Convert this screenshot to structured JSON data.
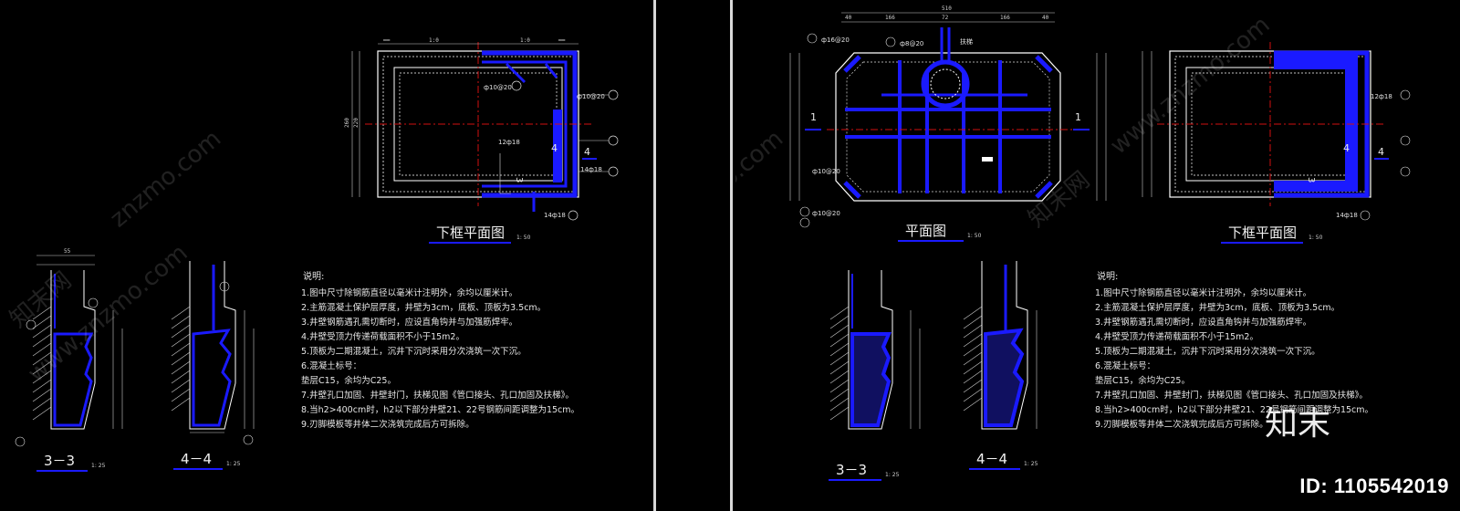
{
  "sheets": [
    {
      "plan_title": "下框平面图",
      "plan_scale": "1: 50",
      "section_3_label": "3－3",
      "section_3_scale": "1: 25",
      "section_4_label": "4－4",
      "section_4_scale": "1: 25",
      "notes_title": "说明:",
      "notes": [
        "1.图中尺寸除钢筋直径以毫米计注明外，余均以厘米计。",
        "2.主筋混凝土保护层厚度，井壁为3cm，底板、顶板为3.5cm。",
        "3.井壁钢筋遇孔需切断时，应设直角钩并与加强筋焊牢。",
        "4.井壁受顶力传递荷载面积不小于15m2。",
        "5.顶板为二期混凝土，沉井下沉时采用分次浇筑一次下沉。",
        "6.混凝土标号：",
        "   垫层C15，余均为C25。",
        "7.井壁孔口加固、井壁封门，扶梯见图《管口接头、孔口加固及扶梯》。",
        "8.当h2>400cm时，h2以下部分井壁21、22号钢筋间距调整为15cm。",
        "9.刃脚模板等井体二次浇筑完成后方可拆除。"
      ],
      "rebar_labels": [
        "ф10@20",
        "ф10@20",
        "12ф18",
        "14ф18",
        "14ф18"
      ],
      "markers": [
        "4",
        "4",
        "3"
      ]
    },
    {
      "plan_title": "平面图",
      "plan_scale": "1: 50",
      "plan2_title": "下框平面图",
      "plan2_scale": "1: 50",
      "section_3_label": "3－3",
      "section_3_scale": "1: 25",
      "section_4_label": "4－4",
      "section_4_scale": "1: 25",
      "notes_title": "说明:",
      "notes": [
        "1.图中尺寸除钢筋直径以毫米计注明外，余均以厘米计。",
        "2.主筋混凝土保护层厚度，井壁为3cm，底板、顶板为3.5cm。",
        "3.井壁钢筋遇孔需切断时，应设直角钩并与加强筋焊牢。",
        "4.井壁受顶力传递荷载面积不小于15m2。",
        "5.顶板为二期混凝土，沉井下沉时采用分次浇筑一次下沉。",
        "6.混凝土标号：",
        "   垫层C15，余均为C25。",
        "7.井壁孔口加固、井壁封门，扶梯见图《管口接头、孔口加固及扶梯》。",
        "8.当h2>400cm时，h2以下部分井壁21、22号钢筋间距调整为15cm。",
        "9.刃脚模板等井体二次浇筑完成后方可拆除。"
      ],
      "top_dims": [
        "40",
        "166",
        "72",
        "166",
        "40"
      ],
      "top_total": "510",
      "rebar_labels": [
        "ф16@20",
        "ф8@20",
        "ф10@20",
        "ф10@20",
        "12ф18",
        "14ф18"
      ],
      "section_marks": [
        "1",
        "1"
      ],
      "markers": [
        "4",
        "4",
        "3"
      ],
      "ladder_label": "扶梯"
    }
  ],
  "watermark": {
    "site": "www.znzmo.com",
    "site_short": "znzmo.com",
    "brand_cn": "知末网",
    "brand_logo": "知末",
    "image_id": "ID: 1105542019"
  },
  "colors": {
    "background": "#000000",
    "rebar": "#1a1aff",
    "outline": "#ffffff",
    "centerline": "#d01010",
    "separator": "#d8d8d8"
  }
}
